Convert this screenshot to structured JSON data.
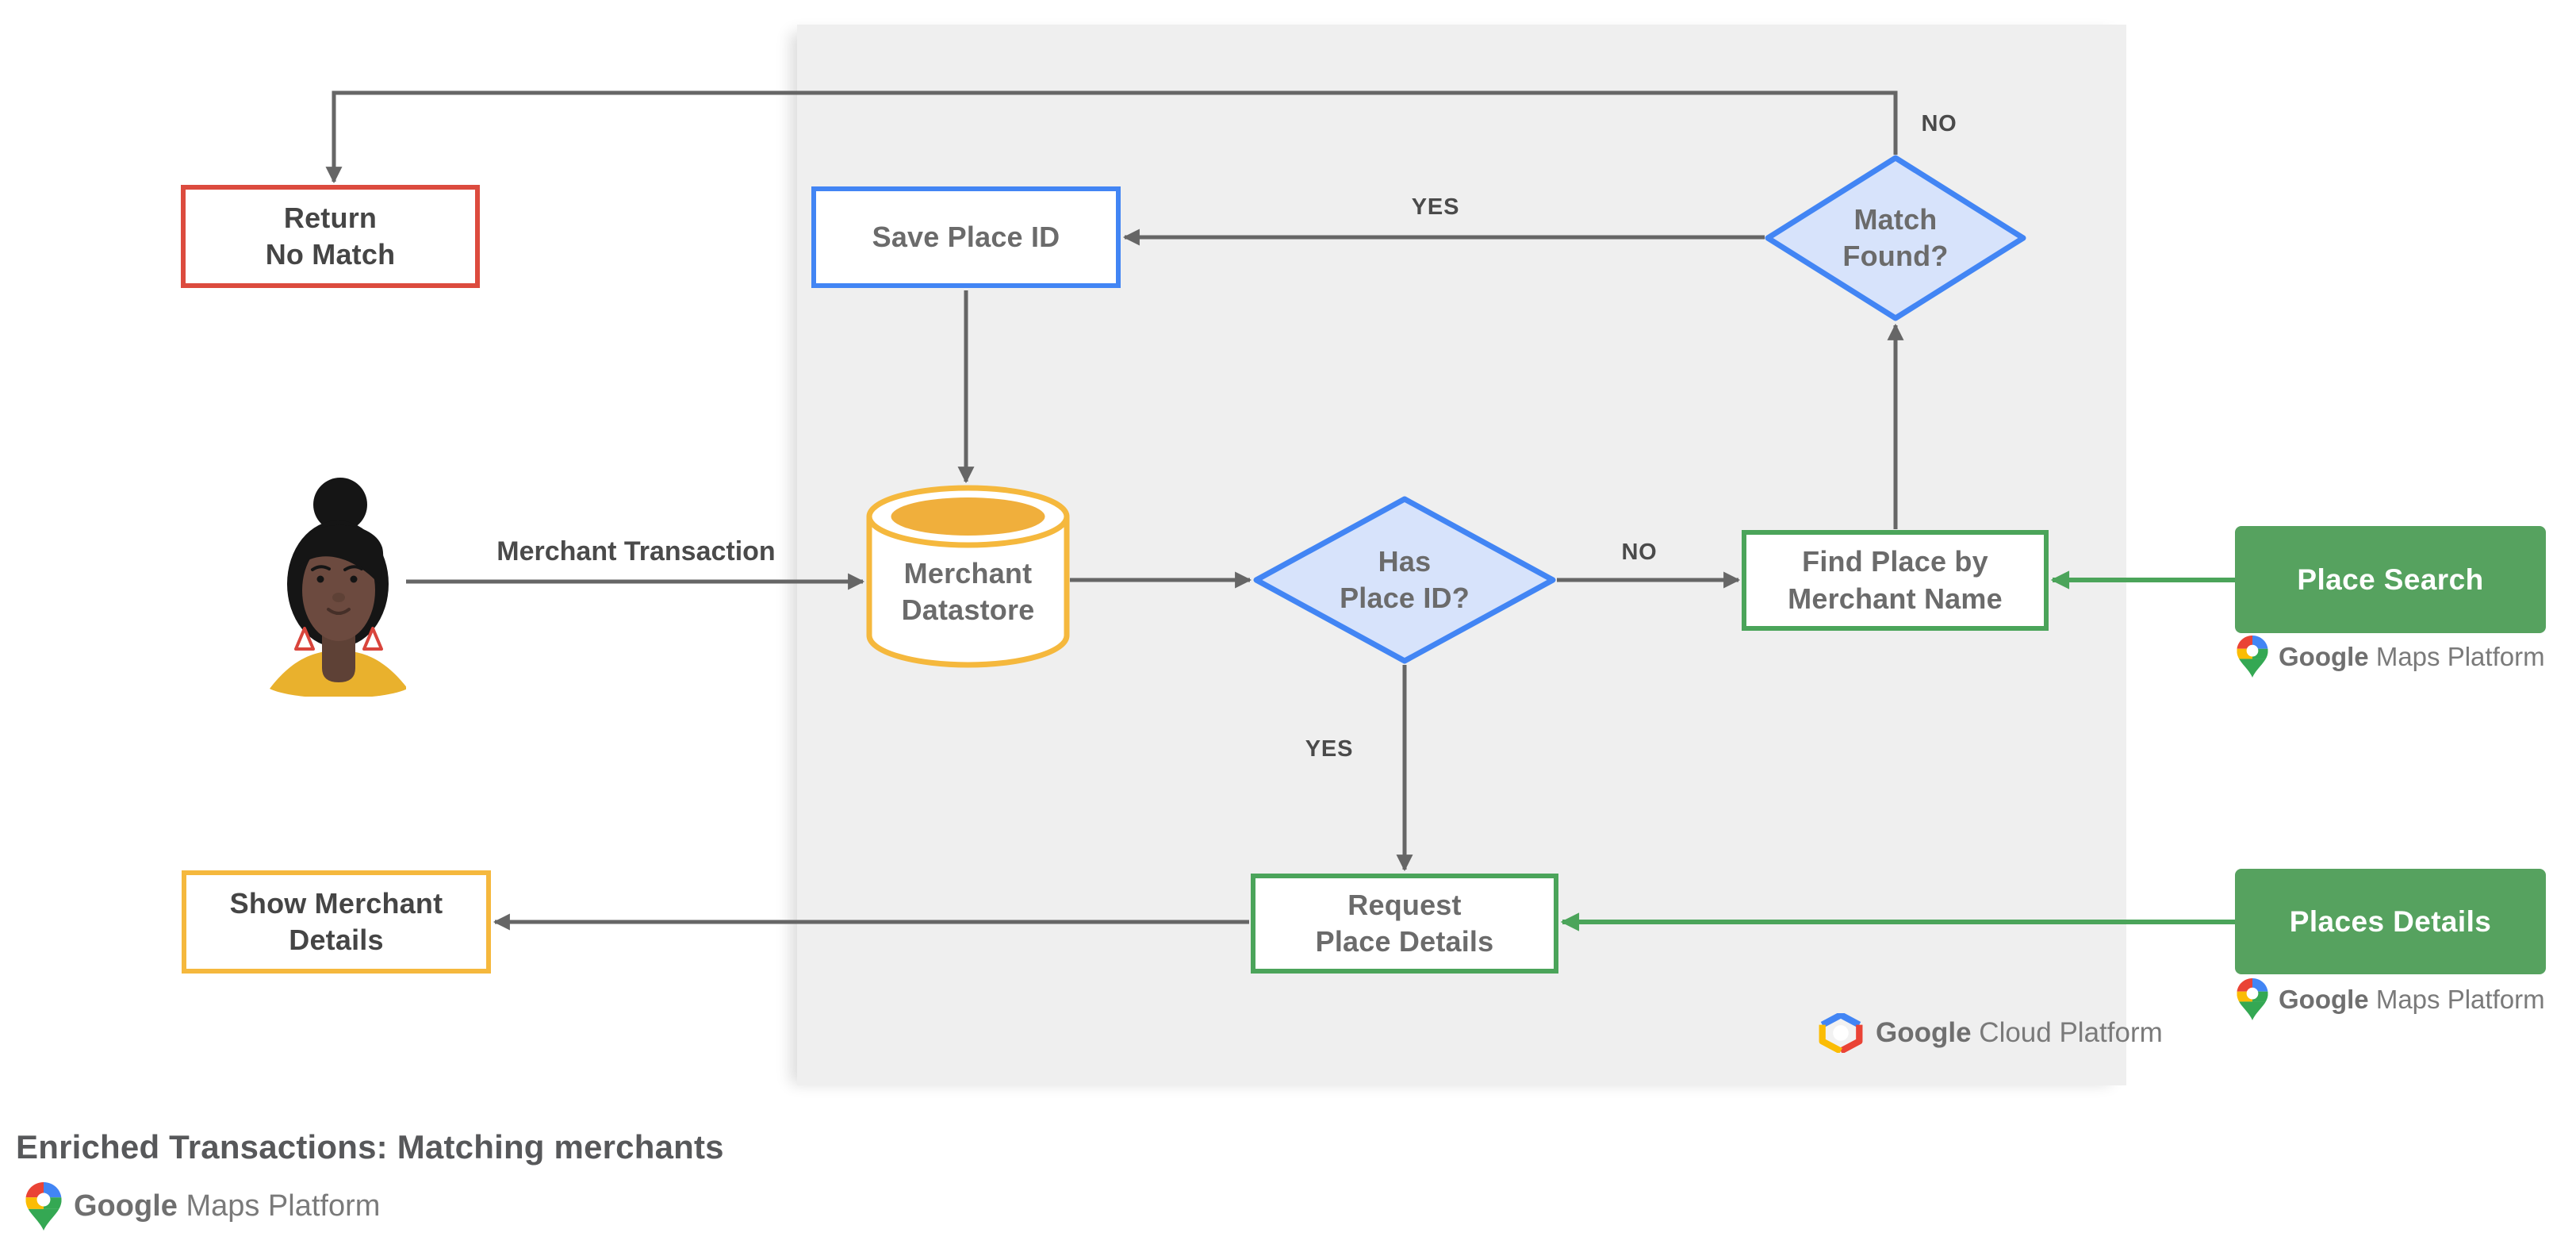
{
  "colors": {
    "red_outline": "#DC4B3E",
    "blue_outline": "#4285F4",
    "blue_diamond_fill": "#D7E3FB",
    "yellow_outline": "#F5B83D",
    "yellow_cylinder_fill": "#F0AF3C",
    "green_outline": "#4BA45A",
    "green_api_fill": "#56A25F",
    "arrow_gray": "#666666",
    "panel_background": "#EFEFEF"
  },
  "nodes": {
    "return_no_match": {
      "label": "Return\nNo Match"
    },
    "save_place_id": {
      "label": "Save Place ID"
    },
    "match_found": {
      "label": "Match\nFound?"
    },
    "merchant_datastore": {
      "label": "Merchant\nDatastore"
    },
    "has_place_id": {
      "label": "Has\nPlace ID?"
    },
    "find_place": {
      "label": "Find Place by\nMerchant Name"
    },
    "request_place_details": {
      "label": "Request\nPlace Details"
    },
    "show_merchant_details": {
      "label": "Show Merchant\nDetails"
    }
  },
  "api_boxes": {
    "place_search": {
      "label": "Place Search"
    },
    "places_details": {
      "label": "Places Details"
    }
  },
  "edge_labels": {
    "match_found_no": "NO",
    "match_found_yes": "YES",
    "has_place_id_no": "NO",
    "has_place_id_yes": "YES"
  },
  "labels": {
    "merchant_transaction": "Merchant Transaction"
  },
  "logos": {
    "maps_platform": {
      "google": "Google",
      "rest": " Maps Platform"
    },
    "cloud_platform": {
      "google": "Google",
      "rest": " Cloud Platform"
    }
  },
  "footer": {
    "title": "Enriched Transactions: Matching merchants"
  }
}
